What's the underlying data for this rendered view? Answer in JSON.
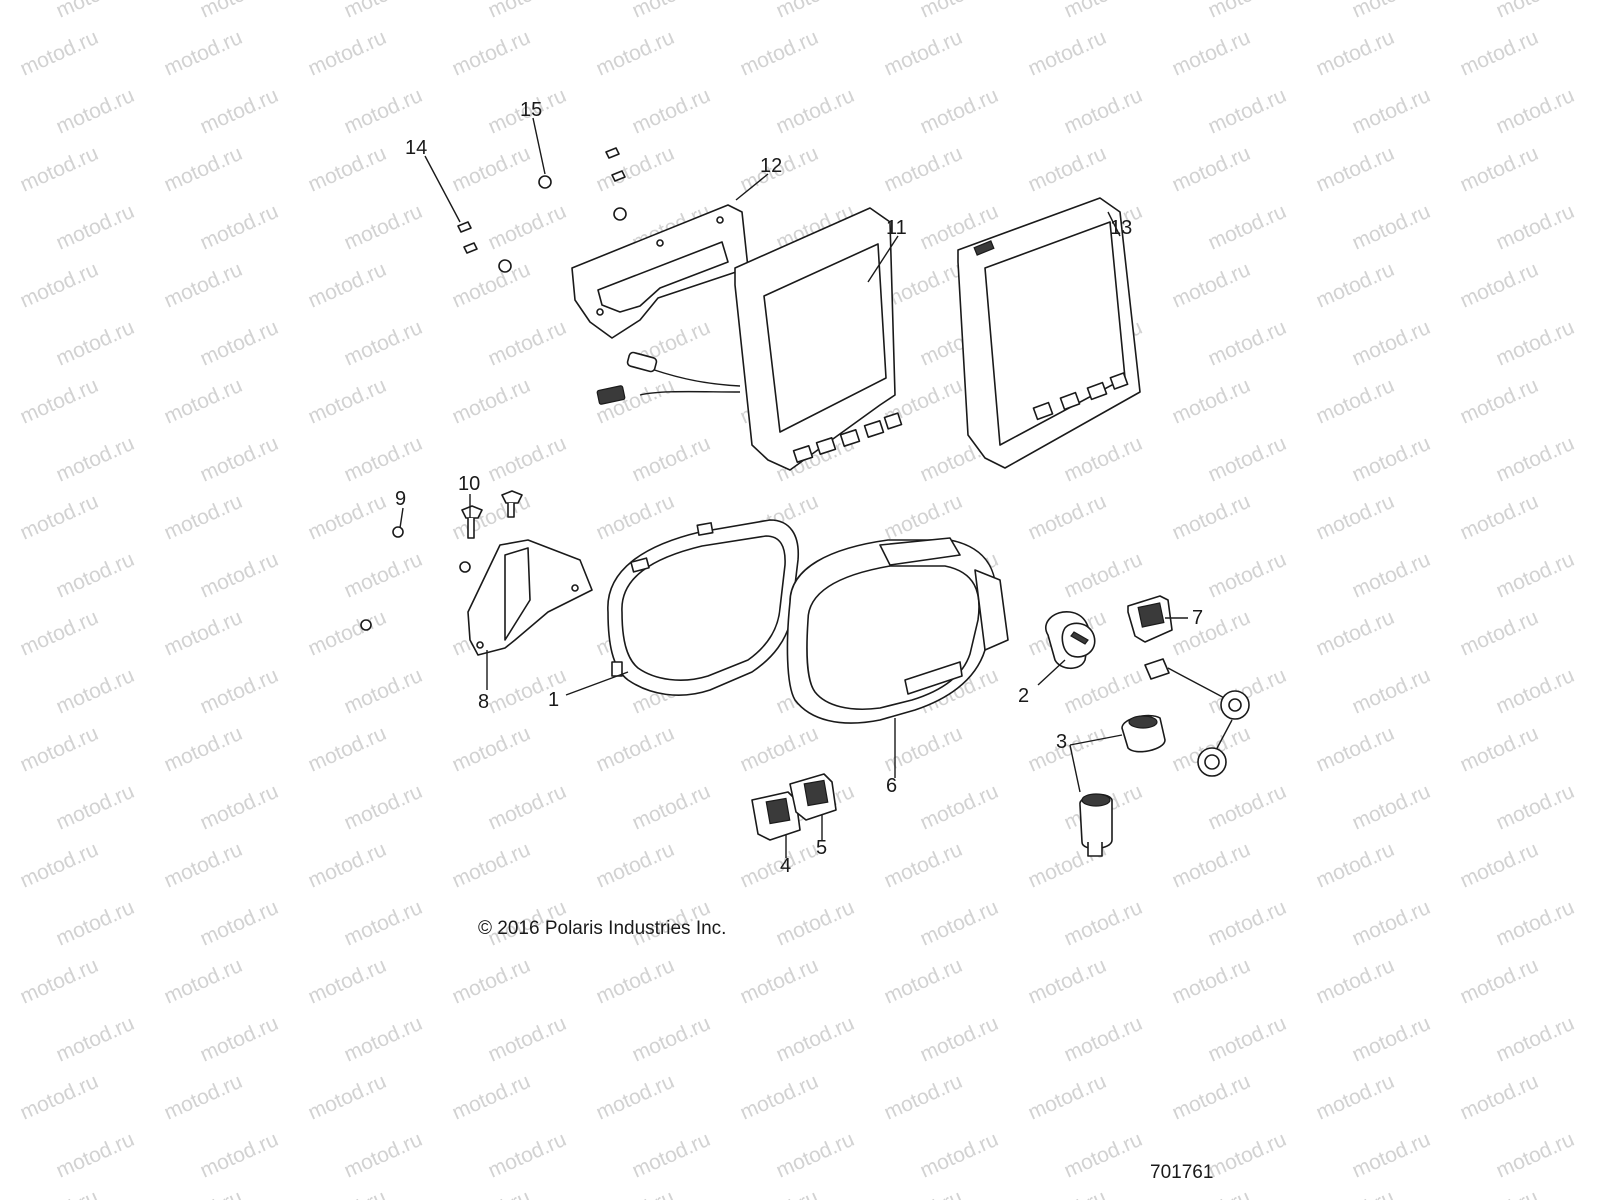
{
  "watermark": "motod.ru",
  "copyright": "© 2016 Polaris Industries Inc.",
  "drawing_number": "701761",
  "callouts": [
    "1",
    "2",
    "3",
    "4",
    "5",
    "6",
    "7",
    "8",
    "9",
    "10",
    "11",
    "12",
    "13",
    "14",
    "15"
  ]
}
